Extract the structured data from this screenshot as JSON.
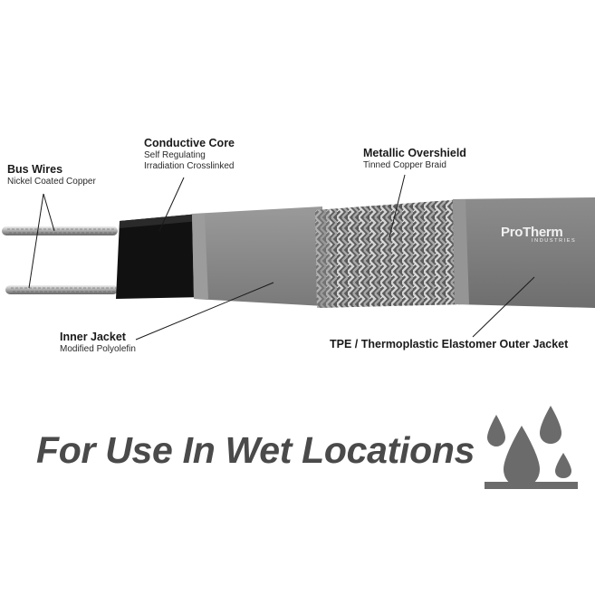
{
  "labels": {
    "bus_wires": {
      "title": "Bus Wires",
      "subtitle": "Nickel Coated Copper"
    },
    "conductive_core": {
      "title": "Conductive Core",
      "subtitle_1": "Self Regulating",
      "subtitle_2": "Irradiation Crosslinked"
    },
    "metallic_overshield": {
      "title": "Metallic Overshield",
      "subtitle": "Tinned Copper Braid"
    },
    "inner_jacket": {
      "title": "Inner Jacket",
      "subtitle": "Modified Polyolefin"
    },
    "outer_jacket": {
      "title": "TPE / Thermoplastic Elastomer Outer Jacket"
    }
  },
  "brand": {
    "name": "ProTherm",
    "sub": "INDUSTRIES"
  },
  "tagline": "For Use In Wet Locations",
  "icons": {
    "wet_locations": "water-drops-icon"
  },
  "colors": {
    "outer_jacket": "#7f7f7f",
    "inner_jacket": "#8a8a8a",
    "core": "#111111",
    "tagline": "#4a4a4a",
    "icon": "#6b6b6b"
  }
}
